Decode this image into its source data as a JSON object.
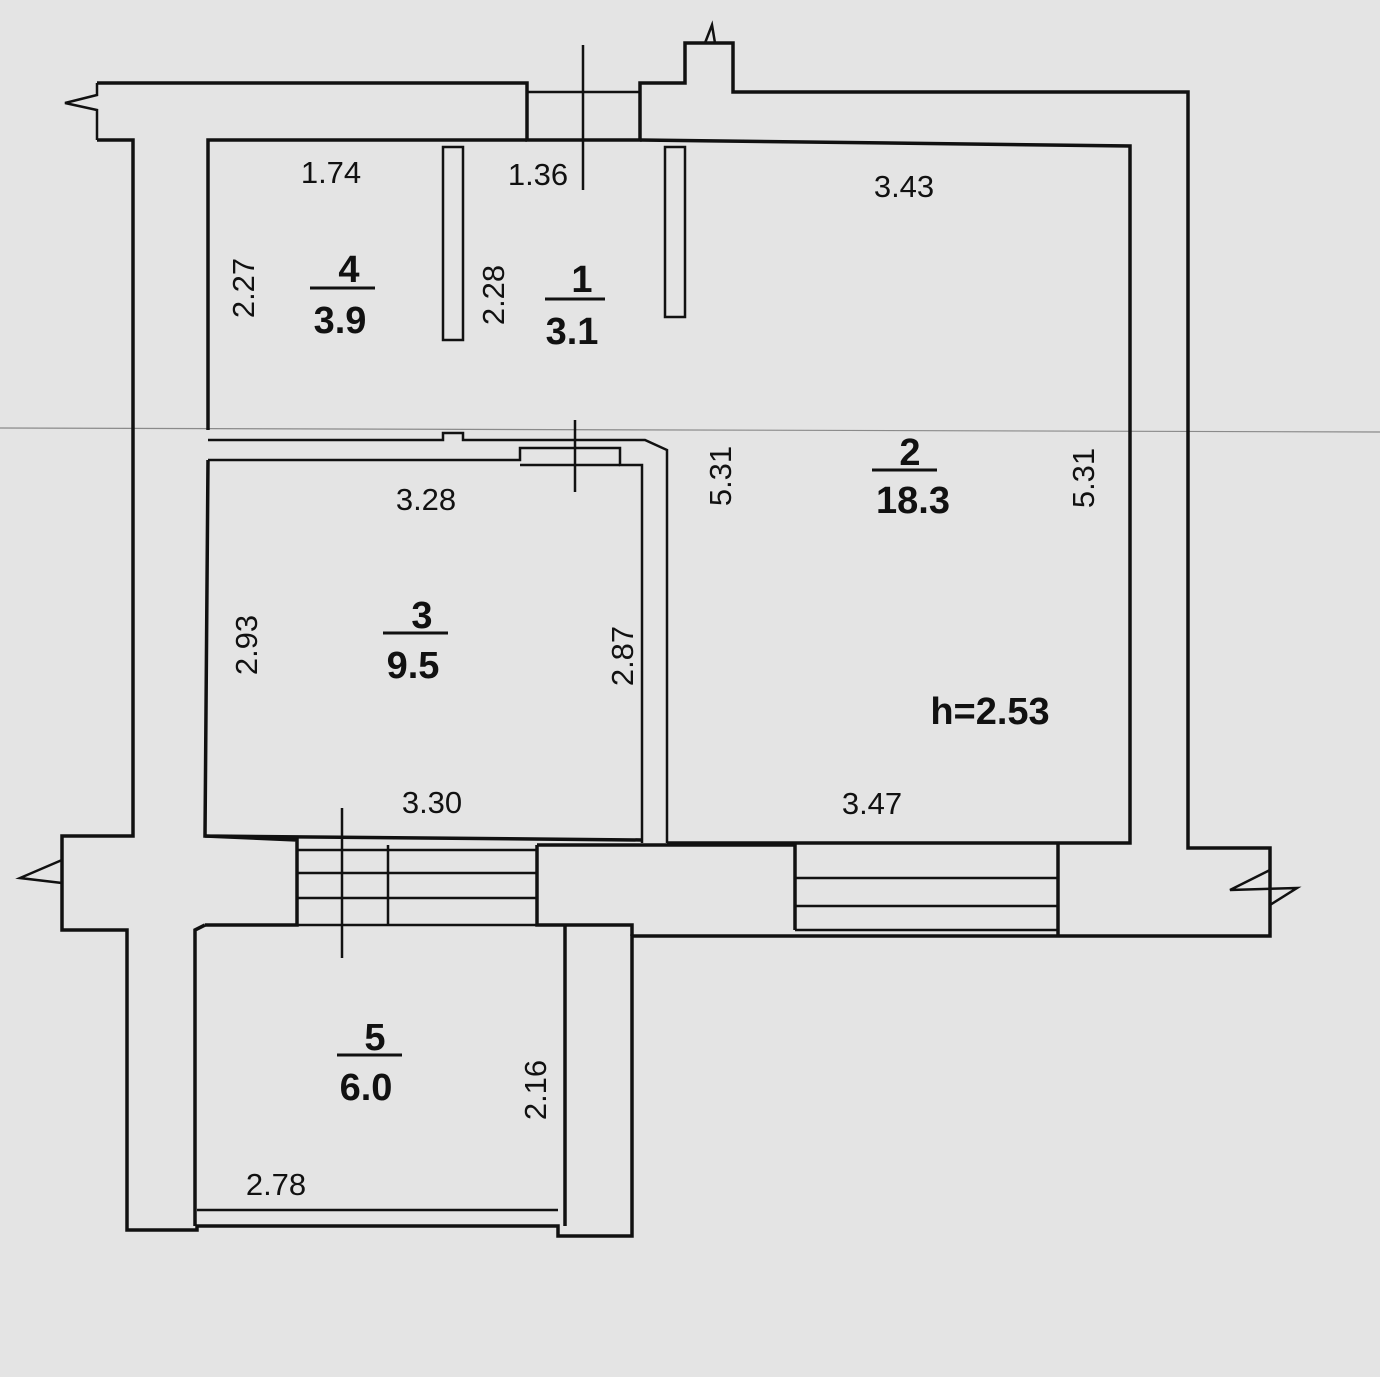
{
  "rooms": [
    {
      "id": "1",
      "number": "1",
      "area": "3.1"
    },
    {
      "id": "2",
      "number": "2",
      "area": "18.3"
    },
    {
      "id": "3",
      "number": "3",
      "area": "9.5"
    },
    {
      "id": "4",
      "number": "4",
      "area": "3.9"
    },
    {
      "id": "5",
      "number": "5",
      "area": "6.0"
    }
  ],
  "dimensions": {
    "room4_top": "1.74",
    "room1_top": "1.36",
    "room2_top": "3.43",
    "room4_side": "2.27",
    "room1_side": "2.28",
    "room3_top": "3.28",
    "room3_left": "2.93",
    "room3_right": "2.87",
    "room3_bottom": "3.30",
    "room2_left": "5.31",
    "room2_right": "5.31",
    "room2_bottom": "3.47",
    "room5_side": "2.16",
    "room5_bottom": "2.78"
  },
  "ceiling_height": "h=2.53"
}
